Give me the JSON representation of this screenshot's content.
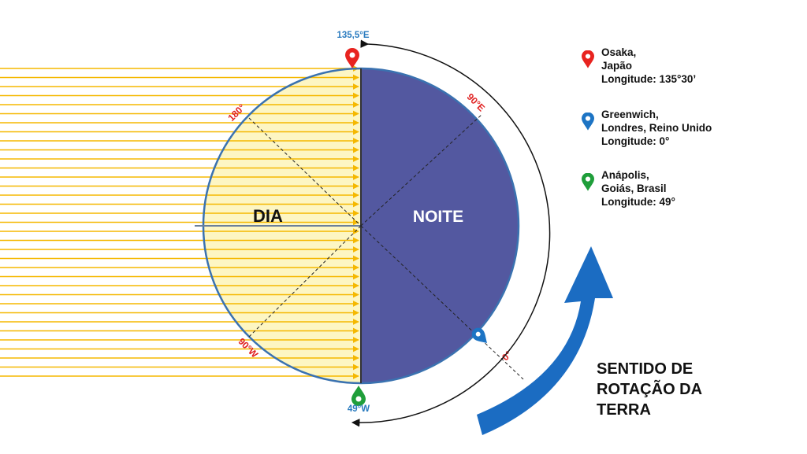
{
  "diagram": {
    "day_label": "DIA",
    "night_label": "NOITE",
    "top_meridian_label": "135,5°E",
    "bottom_meridian_label": "49°W",
    "meridian_labels": {
      "deg_180": "180°",
      "deg_90e": "90°E",
      "deg_90w": "90°W",
      "deg_0": "0°"
    },
    "colors": {
      "day": "#fdf6c3",
      "night": "#5358a0",
      "sun_rays": "#f5b800",
      "outline": "#3a72b0",
      "meridian_label": "#e02020",
      "location_label": "#2a7bbf",
      "rotation_arrow": "#1b6cc2"
    }
  },
  "legend": [
    {
      "icon": "red-location-pin-icon",
      "color": "#e8231f",
      "lines": [
        "Osaka,",
        "Japão",
        "Longitude: 135°30’"
      ]
    },
    {
      "icon": "blue-location-pin-icon",
      "color": "#1d74c4",
      "lines": [
        "Greenwich,",
        "Londres, Reino Unido",
        "Longitude: 0°"
      ]
    },
    {
      "icon": "green-location-pin-icon",
      "color": "#1f9e3a",
      "lines": [
        "Anápolis,",
        "Goiás, Brasil",
        "Longitude: 49°"
      ]
    }
  ],
  "rotation_caption": [
    "SENTIDO DE",
    "ROTAÇÃO DA",
    "TERRA"
  ]
}
